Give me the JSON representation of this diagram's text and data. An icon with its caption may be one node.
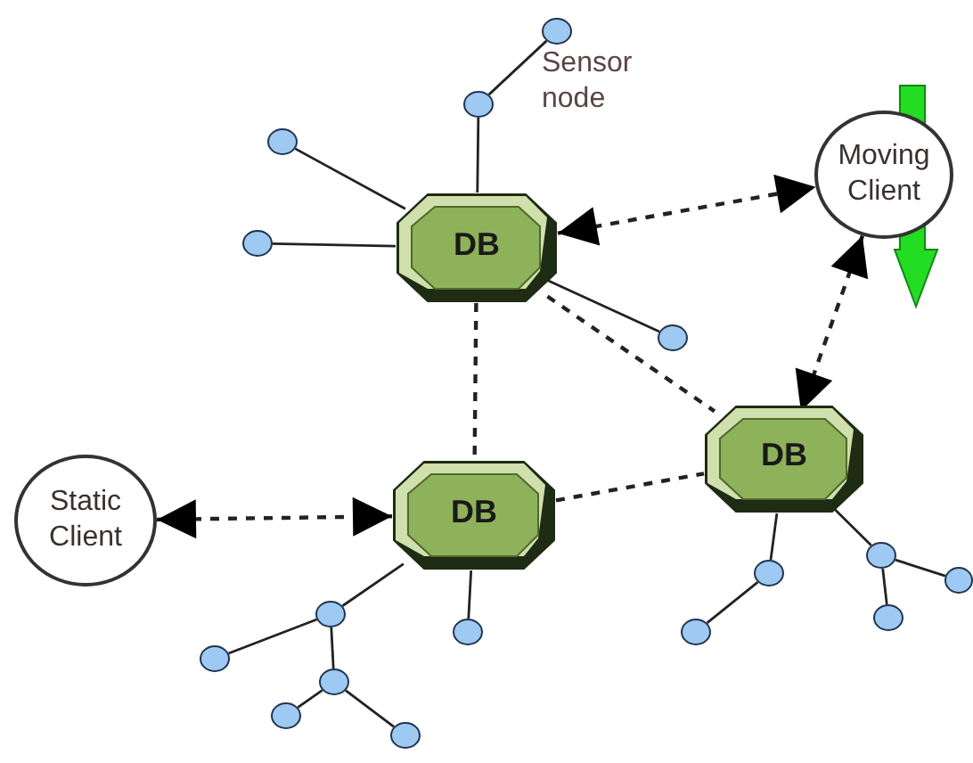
{
  "diagram": {
    "nodes": [
      {
        "text": [],
        "shape": "circle"
      },
      {
        "text": [],
        "shape": "circle"
      },
      {
        "text": [],
        "shape": "circle"
      },
      {
        "text": [
          "Moving Client"
        ]
      },
      {
        "text": [
          "DB"
        ]
      },
      {
        "text": [],
        "shape": "circle"
      },
      {
        "text": [],
        "shape": "circle"
      },
      {
        "text": [
          "DB"
        ]
      },
      {
        "text": [
          "Static Client"
        ]
      },
      {
        "text": [
          "DB"
        ]
      },
      {
        "text": [],
        "shape": "circle"
      },
      {
        "text": [],
        "shape": "circle"
      },
      {
        "text": [],
        "shape": "circle"
      },
      {
        "text": [],
        "shape": "circle"
      },
      {
        "text": [],
        "shape": "circle"
      },
      {
        "text": [],
        "shape": "circle"
      },
      {
        "text": [],
        "shape": "circle"
      },
      {
        "text": [],
        "shape": "circle"
      },
      {
        "text": [],
        "shape": "circle"
      },
      {
        "text": [],
        "shape": "circle"
      },
      {
        "text": [],
        "shape": "circle"
      }
    ],
    "edges": [
      {
        "from": 4,
        "to": 1,
        "arrow": "none"
      },
      {
        "from": 1,
        "to": 0,
        "arrow": "none"
      },
      {
        "from": 4,
        "to": 2,
        "arrow": "none"
      },
      {
        "from": 4,
        "to": 5,
        "arrow": "none"
      },
      {
        "from": 4,
        "to": 6,
        "arrow": "none"
      },
      {
        "from": 4,
        "to": 3,
        "arrow": "both",
        "style": "dashed"
      },
      {
        "from": 4,
        "to": 9,
        "arrow": "none",
        "style": "dashed"
      },
      {
        "from": 4,
        "to": 7,
        "arrow": "none",
        "style": "dashed"
      },
      {
        "from": 3,
        "to": 7,
        "arrow": "both",
        "style": "dashed"
      },
      {
        "from": 8,
        "to": 9,
        "arrow": "both",
        "style": "dashed"
      },
      {
        "from": 9,
        "to": 7,
        "arrow": "none",
        "style": "dashed"
      },
      {
        "from": 9,
        "to": 13,
        "arrow": "none"
      },
      {
        "from": 13,
        "to": 17,
        "arrow": "none"
      },
      {
        "from": 13,
        "to": 18,
        "arrow": "none"
      },
      {
        "from": 18,
        "to": 19,
        "arrow": "none"
      },
      {
        "from": 18,
        "to": 20,
        "arrow": "none"
      },
      {
        "from": 9,
        "to": 15,
        "arrow": "none"
      },
      {
        "from": 7,
        "to": 11,
        "arrow": "none"
      },
      {
        "from": 11,
        "to": 16,
        "arrow": "none"
      },
      {
        "from": 7,
        "to": 10,
        "arrow": "none"
      },
      {
        "from": 10,
        "to": 12,
        "arrow": "none"
      },
      {
        "from": 10,
        "to": 14,
        "arrow": "none"
      }
    ],
    "labels": [
      "Sensor node"
    ]
  }
}
